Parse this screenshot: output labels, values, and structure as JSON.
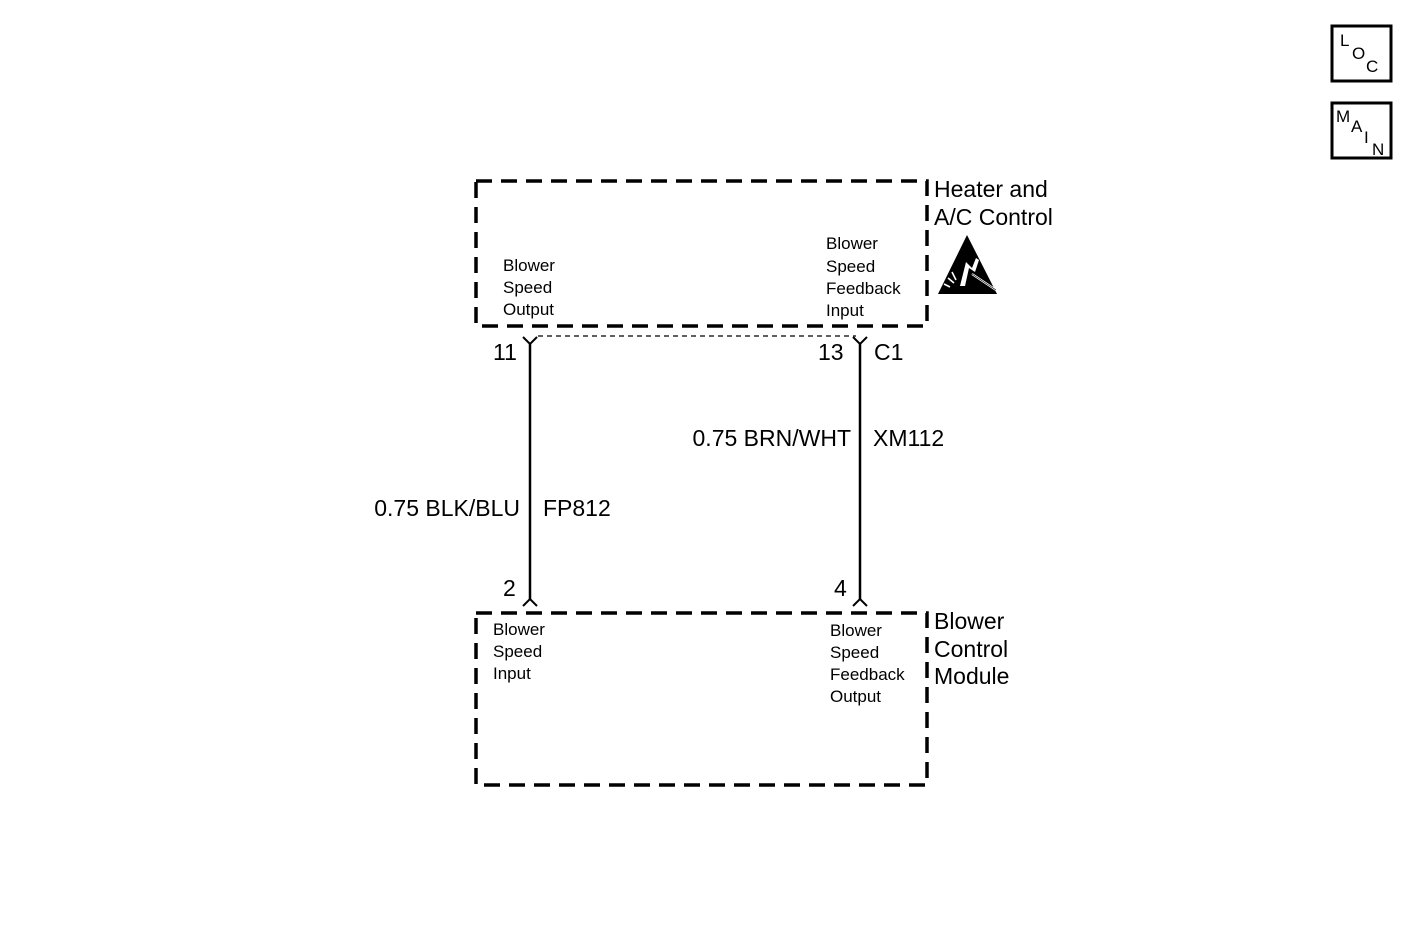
{
  "nav": {
    "loc": {
      "l1": "L",
      "l2": "O",
      "l3": "C"
    },
    "main": {
      "l1": "M",
      "l2": "A",
      "l3": "I",
      "l4": "N"
    }
  },
  "heater_control": {
    "title_line1": "Heater and",
    "title_line2": "A/C Control",
    "left_pin_label": [
      "Blower",
      "Speed",
      "Output"
    ],
    "right_pin_label": [
      "Blower",
      "Speed",
      "Feedback",
      "Input"
    ],
    "left_pin": "11",
    "right_pin": "13",
    "connector": "C1",
    "esd_icon": "esd-sensitive-warning-icon"
  },
  "wires": {
    "left": {
      "gauge_color": "0.75 BLK/BLU",
      "circuit": "FP812"
    },
    "right": {
      "gauge_color": "0.75 BRN/WHT",
      "circuit": "XM112"
    }
  },
  "blower_module": {
    "title_line1": "Blower",
    "title_line2": "Control",
    "title_line3": "Module",
    "left_pin_label": [
      "Blower",
      "Speed",
      "Input"
    ],
    "right_pin_label": [
      "Blower",
      "Speed",
      "Feedback",
      "Output"
    ],
    "left_pin": "2",
    "right_pin": "4"
  }
}
